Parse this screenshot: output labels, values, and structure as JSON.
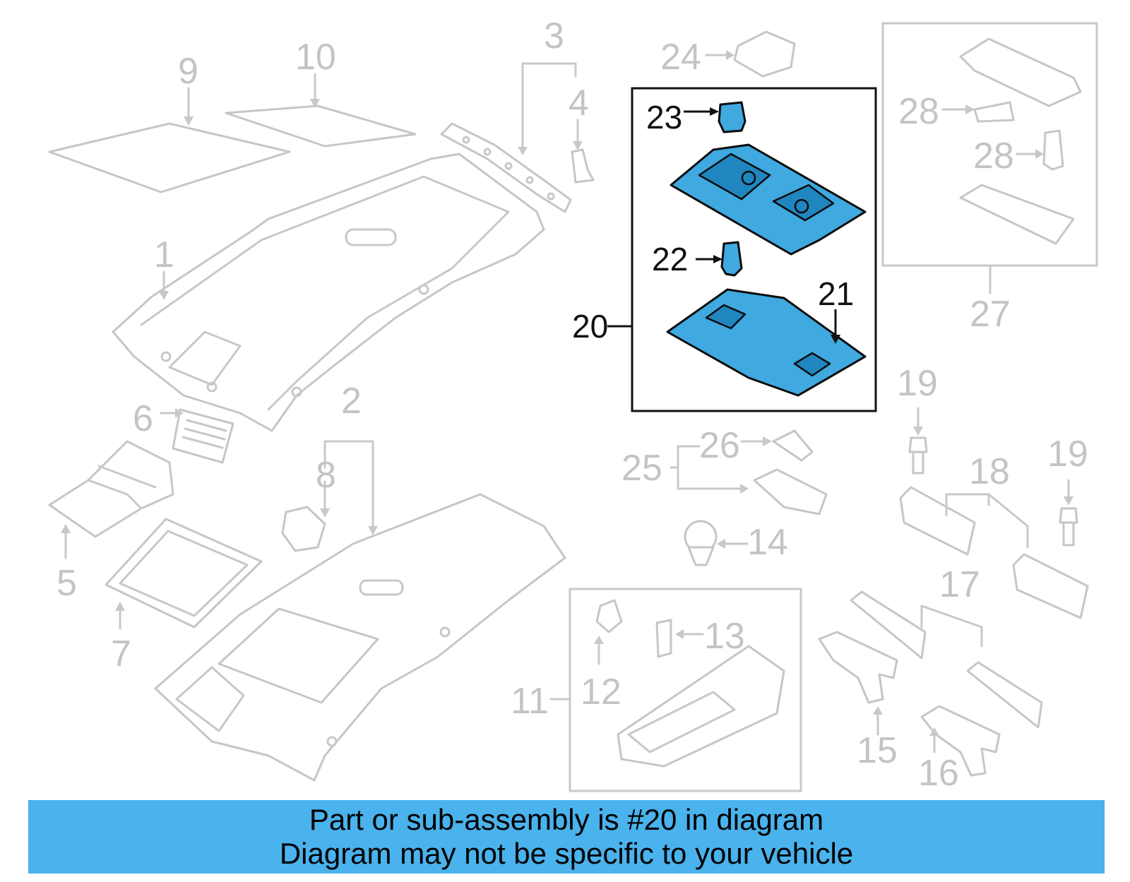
{
  "callouts": {
    "c1": "1",
    "c2": "2",
    "c3": "3",
    "c4": "4",
    "c5": "5",
    "c6": "6",
    "c7": "7",
    "c8": "8",
    "c9": "9",
    "c10": "10",
    "c11": "11",
    "c12": "12",
    "c13": "13",
    "c14": "14",
    "c15": "15",
    "c16": "16",
    "c17": "17",
    "c18": "18",
    "c19a": "19",
    "c19b": "19",
    "c20": "20",
    "c21": "21",
    "c22": "22",
    "c23": "23",
    "c24": "24",
    "c25": "25",
    "c26": "26",
    "c27": "27",
    "c28a": "28",
    "c28b": "28"
  },
  "highlight_color": "#3fa9e0",
  "banner": {
    "line1": "Part or sub-assembly is #20 in diagram",
    "line2": "Diagram may not be specific to your vehicle",
    "color": "#4ab2ec"
  }
}
